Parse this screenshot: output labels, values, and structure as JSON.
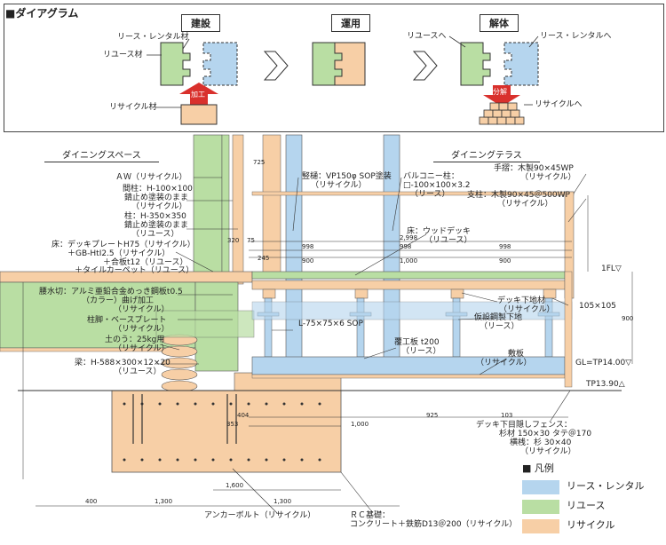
{
  "top": {
    "title": "■ダイアグラム",
    "stages": [
      "建設",
      "運用",
      "解体"
    ],
    "labels": {
      "lease_rental_material": "リース・レンタル材",
      "reuse_material": "リユース材",
      "recycle_material": "リサイクル材",
      "process": "加工",
      "to_reuse": "リユースへ",
      "to_lease_rental": "リース・レンタルへ",
      "disassembly": "分解",
      "to_recycle": "リサイクルへ"
    }
  },
  "sections": {
    "dining_space": "ダイニングスペース",
    "dining_terrace": "ダイニングテラス"
  },
  "annotations": {
    "aw": "ＡＷ（リサイクル）",
    "beam1": "間柱：H-100×100",
    "beam2": "錆止め塗装のまま",
    "beam3": "（リサイクル）",
    "col1": "柱：H-350×350",
    "col2": "錆止め塗装のまま",
    "col3": "（リユース）",
    "floor1": "床：デッキプレートH75（リサイクル）",
    "floor2": "＋GB-HtI2.5（リサイクル）",
    "floor3": "＋合板t12（リユース）",
    "floor4": "＋タイルカーペット（リユース）",
    "wainscot1": "腰水切：アルミ亜鉛合金めっき鋼板t0.5",
    "wainscot2": "（カラー）曲げ加工",
    "wainscot3": "（リサイクル）",
    "base1": "柱脚・ベースプレート",
    "base2": "（リサイクル）",
    "sandbag1": "土のう：25kg用",
    "sandbag2": "（リサイクル）",
    "beam_h1": "梁：H-588×300×12×20",
    "beam_h2": "（リユース）",
    "gutter1": "竪樋：VP150φ SOP塗装",
    "gutter2": "（リサイクル）",
    "balcony1": "バルコニー柱：",
    "balcony2": "□-100×100×3.2",
    "balcony3": "（リース）",
    "handrail1": "手摺：木製90×45WP",
    "handrail2": "（リサイクル）",
    "post1": "支柱：木製90×45＠500WP",
    "post2": "（リサイクル）",
    "deck1": "床：ウッドデッキ",
    "deck2": "（リユース）",
    "deck_base1": "デッキ下地材",
    "deck_base2": "（リサイクル）",
    "temp_steel1": "仮設鋼製下地",
    "temp_steel2": "（リース）",
    "angle": "L-75×75×6 SOP",
    "plate1": "覆工板 t200",
    "plate2": "（リース）",
    "sleeper1": "敷板",
    "sleeper2": "（リサイクル）",
    "fence1": "デッキ下目隠しフェンス：",
    "fence2": "杉材 150×30 タテ＠170",
    "fence3": "横桟：杉 30×40",
    "fence4": "（リサイクル）",
    "anchor": "アンカーボルト（リサイクル）",
    "rc1": "ＲＣ基礎：",
    "rc2": "コンクリート＋鉄筋D13＠200（リサイクル）"
  },
  "levels": {
    "ifl": "1FL▽",
    "gl": "GL=TP14.00▽",
    "tp": "TP13.90△",
    "post_size": "105×105"
  },
  "dimensions": {
    "d725": "725",
    "d2998": "2,998",
    "d998a": "998",
    "d998b": "998",
    "d998c": "998",
    "d900a": "900",
    "d1000": "1,000",
    "d900b": "900",
    "d320": "320",
    "d75": "75",
    "d245": "245",
    "d925": "925",
    "d103": "103",
    "d404": "404",
    "d353": "353",
    "d400": "400",
    "d1300a": "1,300",
    "d1300b": "1,300",
    "d900v": "900",
    "d1600": "1,600"
  },
  "legend": {
    "title": "■ 凡例",
    "items": [
      {
        "label": "リース・レンタル",
        "color": "#b5d5ee"
      },
      {
        "label": "リユース",
        "color": "#b9dea3"
      },
      {
        "label": "リサイクル",
        "color": "#f7cfa6"
      }
    ]
  },
  "colors": {
    "lease": "#b5d5ee",
    "reuse": "#b9dea3",
    "recycle": "#f7cfa6",
    "accent_red": "#d9302c"
  }
}
